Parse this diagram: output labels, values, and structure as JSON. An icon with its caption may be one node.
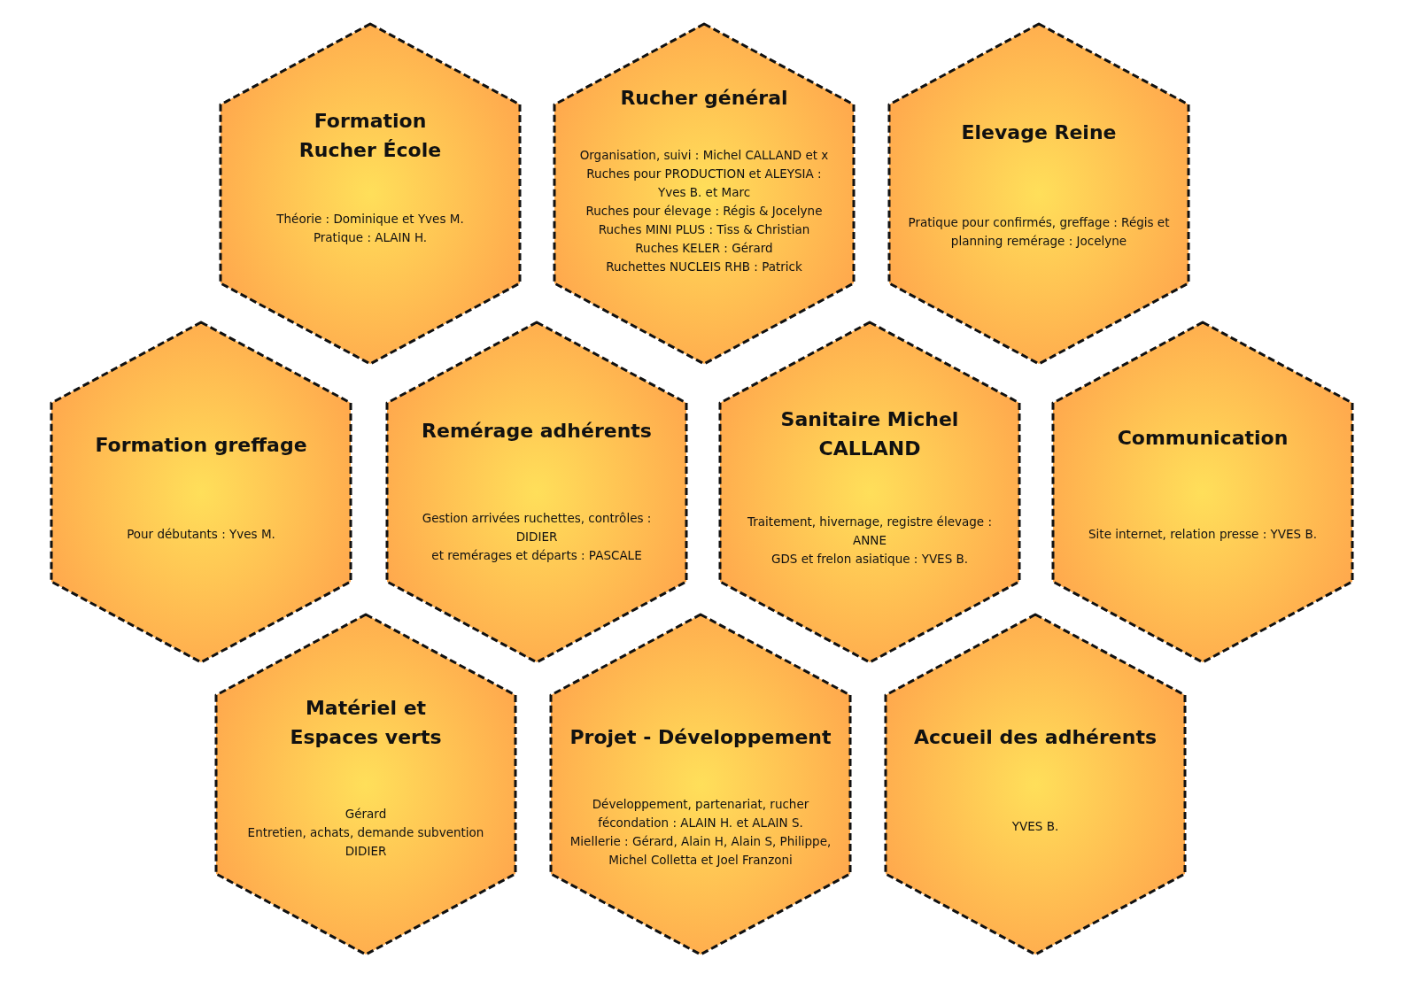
{
  "diagram": {
    "nodes": [
      {
        "text": [
          "Formation Rucher École",
          "Théorie : Dominique et Yves M.",
          "Pratique : ALAIN H."
        ]
      },
      {
        "text": [
          "Rucher général",
          "Organisation, suivi : Michel CALLAND et x",
          "Ruches pour PRODUCTION et ALEYSIA : Yves B. et Marc",
          "Ruches pour élevage : Régis & Jocelyne",
          "Ruches MINI PLUS : Tiss & Christian",
          "Ruches KELER : Gérard",
          "Ruchettes NUCLEIS RHB : Patrick"
        ]
      },
      {
        "text": [
          "Elevage Reine",
          "Pratique pour confirmés, greffage : Régis et planning remérage : Jocelyne"
        ]
      },
      {
        "text": [
          "Formation greffage",
          "Pour débutants : Yves M."
        ]
      },
      {
        "text": [
          "Remérage adhérents",
          "Gestion arrivées ruchettes, contrôles : DIDIER",
          "et remérages et départs : PASCALE"
        ]
      },
      {
        "text": [
          "Sanitaire Michel CALLAND",
          "Traitement, hivernage, registre élevage : ANNE",
          "GDS et frelon asiatique : YVES B."
        ]
      },
      {
        "text": [
          "Communication",
          "Site internet, relation presse : YVES B."
        ]
      },
      {
        "text": [
          "Matériel et Espaces verts",
          "Gérard",
          "Entretien, achats, demande subvention",
          "DIDIER"
        ]
      },
      {
        "text": [
          "Projet - Développement",
          "Développement, partenariat, rucher fécondation : ALAIN H. et ALAIN S.",
          "Miellerie : Gérard, Alain H, Alain S, Philippe, Michel Colletta et Joel Franzoni"
        ]
      },
      {
        "text": [
          "Accueil des adhérents",
          "YVES B."
        ]
      }
    ],
    "edges": []
  }
}
